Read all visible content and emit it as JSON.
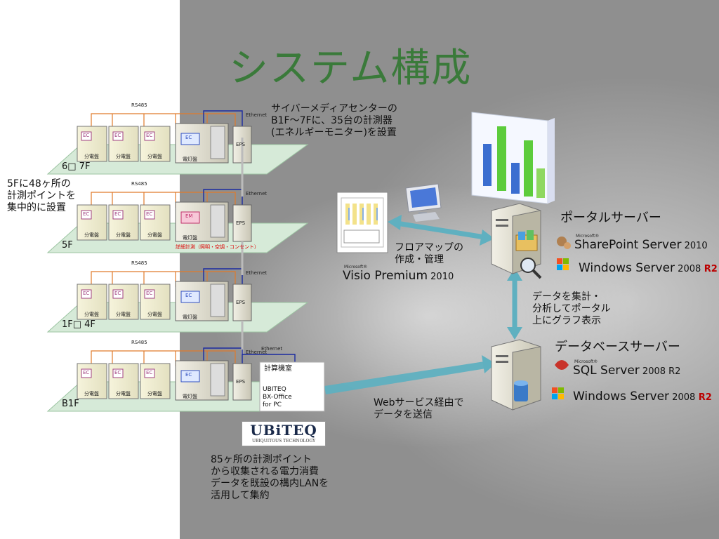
{
  "title": "システム構成",
  "floors": [
    {
      "id": "f67",
      "label": "6□ 7F",
      "rs485": "RS485",
      "ethernet": "Ethernet",
      "meters": [
        "EC",
        "EC",
        "EC"
      ],
      "panel_meter": "EC",
      "panel_label": "電灯盤",
      "cab_label": "分電盤",
      "eps": "EPS",
      "extra": ""
    },
    {
      "id": "f5",
      "label": "5F",
      "rs485": "RS485",
      "ethernet": "Ethernet",
      "meters": [
        "EC",
        "EC",
        "EC"
      ],
      "panel_meter": "EM",
      "panel_label": "電灯盤",
      "cab_label": "分電盤",
      "eps": "EPS",
      "extra": "詳細計測（照明・空調・コンセント）"
    },
    {
      "id": "f14",
      "label": "1F□ 4F",
      "rs485": "RS485",
      "ethernet": "Ethernet",
      "meters": [
        "EC",
        "EC",
        "EC"
      ],
      "panel_meter": "EC",
      "panel_label": "電灯盤",
      "cab_label": "分電盤",
      "eps": "EPS",
      "extra": ""
    },
    {
      "id": "fb1",
      "label": "B1F",
      "rs485": "RS485",
      "ethernet": "Ethernet",
      "meters": [
        "EC",
        "EC",
        "EC"
      ],
      "panel_meter": "EC",
      "panel_label": "電灯盤",
      "cab_label": "分電盤",
      "eps": "EPS",
      "extra": ""
    }
  ],
  "b1f_ethernet2": "Ethernet",
  "computer_room": "計算機室",
  "ubiteq_box": "UBITEQ\nBX-Office\nfor PC",
  "notes": {
    "top": "サイバーメディアセンターの\nB1F～7Fに、35台の計測器\n(エネルギーモニター)を設置",
    "left": "5Fに48ヶ所の\n計測ポイントを\n集中的に設置",
    "bottom": "85ヶ所の計測ポイント\nから収集される電力消費\nデータを既設の構内LANを\n活用して集約",
    "floormap": "フロアマップの\n作成・管理",
    "aggregate": "データを集計・\n分析してポータル\n上にグラフ表示",
    "webservice": "Webサービス経由で\nデータを送信"
  },
  "ubiteq_logo": {
    "main": "UBiTEQ",
    "sub": "UBIQUITOUS TECHNOLOGY"
  },
  "portal": {
    "title": "ポータルサーバー",
    "sharepoint": {
      "ms": "Microsoft®",
      "name": "SharePoint",
      "suffix": " Server",
      "ver": " 2010"
    },
    "windows": {
      "name": "Windows Server",
      "ver": " 2008",
      "r2": " R2"
    }
  },
  "database": {
    "title": "データベースサーバー",
    "sql": {
      "ms": "Microsoft®",
      "name": "SQL Server",
      "ver": " 2008 R2"
    },
    "windows": {
      "name": "Windows Server",
      "ver": " 2008",
      "r2": " R2"
    }
  },
  "visio": {
    "ms": "Microsoft®",
    "name": "Visio",
    "suffix": " Premium",
    "ver": " 2010"
  },
  "colors": {
    "title": "#3a7a3a",
    "rs485": "#e07a2a",
    "ethernet": "#1a2aa0",
    "arrow": "#5fb0c0",
    "plate": "#d6ead8"
  }
}
